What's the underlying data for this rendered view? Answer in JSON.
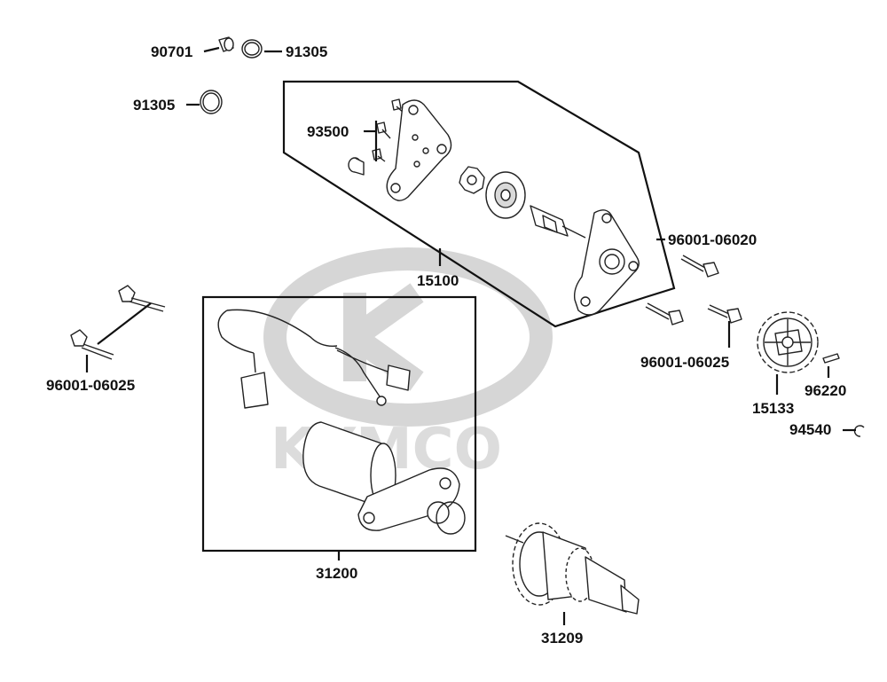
{
  "watermark": {
    "brand": "KYMCO",
    "color": "#d9d9d9"
  },
  "labels": {
    "p90701": "90701",
    "p91305_top": "91305",
    "p91305_left": "91305",
    "p93500": "93500",
    "p15100": "15100",
    "p96001_06020": "96001-06020",
    "p96001_06025_right": "96001-06025",
    "p96001_06025_left": "96001-06025",
    "p96220": "96220",
    "p15133": "15133",
    "p94540": "94540",
    "p31200": "31200",
    "p31209": "31209"
  },
  "icons": [
    "bolt-icon",
    "o-ring-icon",
    "plug-icon",
    "bracket-plate-icon",
    "starter-motor-icon",
    "sprocket-icon",
    "starter-clutch-icon",
    "wire-harness-icon",
    "circlip-icon",
    "pin-icon"
  ]
}
